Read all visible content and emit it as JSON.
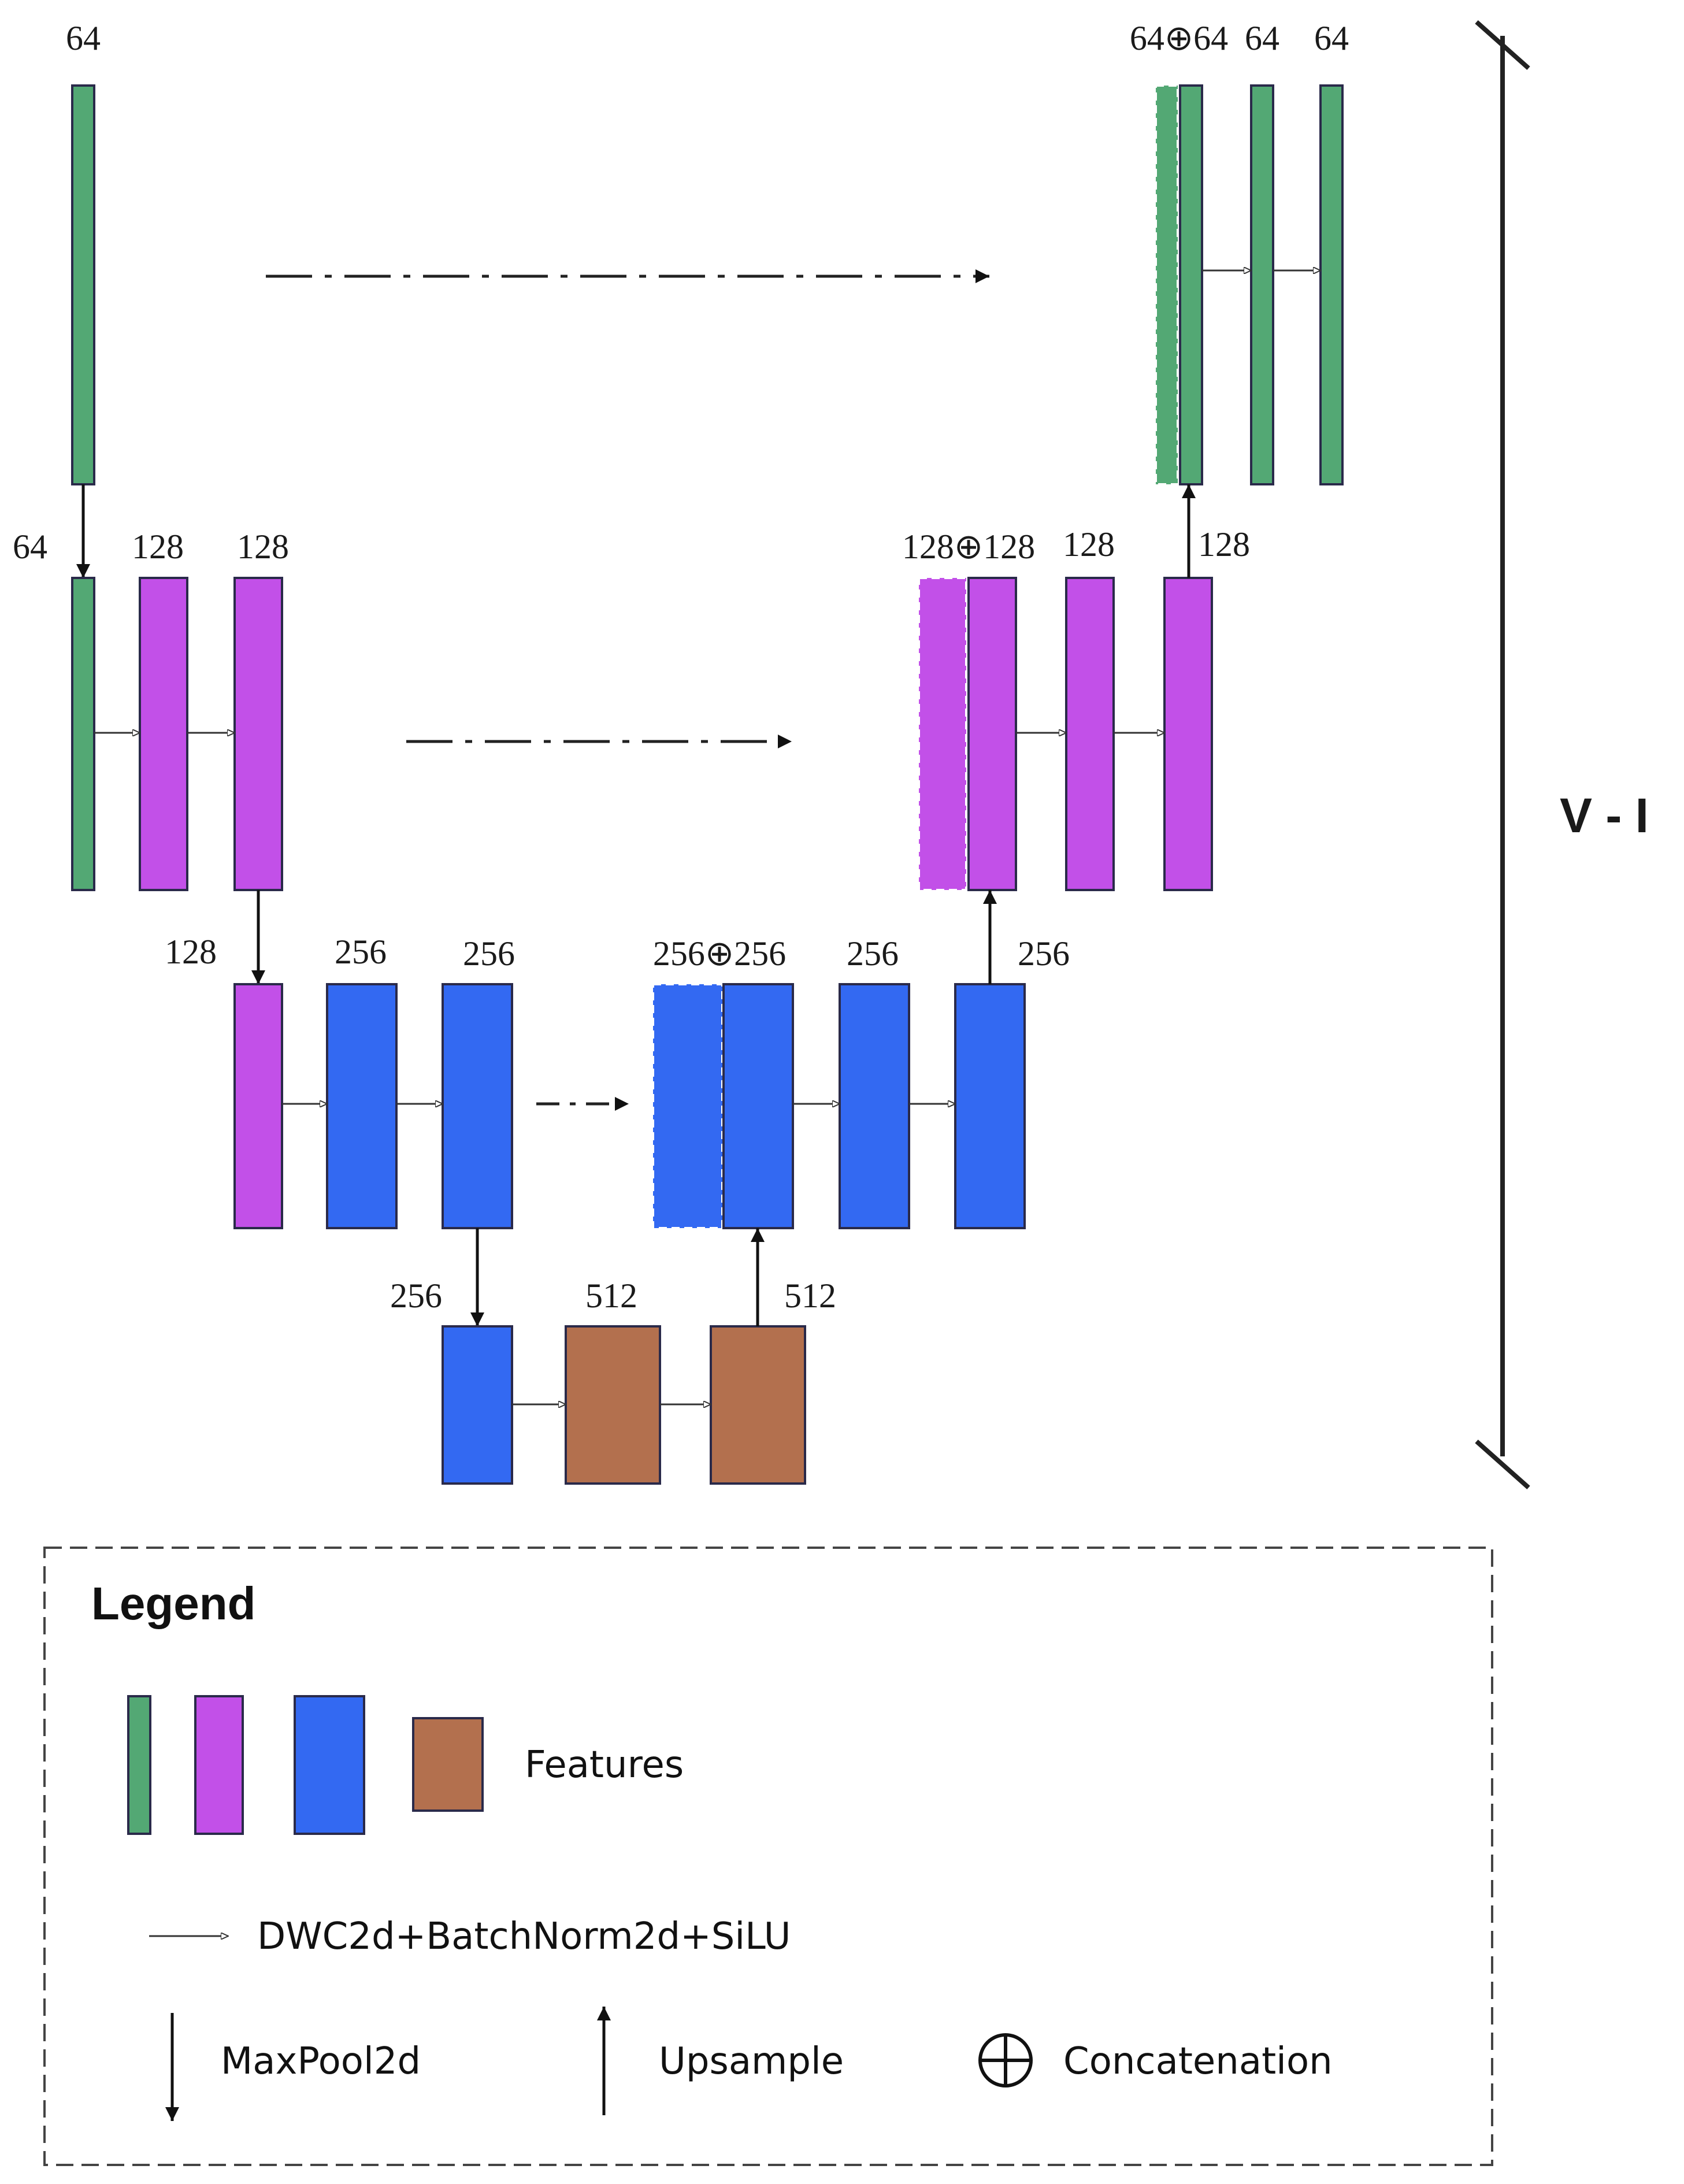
{
  "colors": {
    "green": "#53a874",
    "purple": "#c250e8",
    "blue": "#3369f2",
    "brown": "#b3704e",
    "outline": "#2a2a4a"
  },
  "labels": {
    "l1_enc_in": "64",
    "l1_dec_concat": "64⊕64",
    "l1_dec_a": "64",
    "l1_dec_b": "64",
    "l2_enc_in": "64",
    "l2_enc_a": "128",
    "l2_enc_b": "128",
    "l2_dec_concat": "128⊕128",
    "l2_dec_a": "128",
    "l2_dec_up": "128",
    "l3_enc_in": "128",
    "l3_enc_a": "256",
    "l3_enc_b": "256",
    "l3_dec_concat": "256⊕256",
    "l3_dec_a": "256",
    "l3_dec_up": "256",
    "l4_in": "256",
    "l4_a": "512",
    "l4_up": "512"
  },
  "side_label": "V - I",
  "legend": {
    "title": "Legend",
    "features": "Features",
    "conv": "DWC2d+BatchNorm2d+SiLU",
    "pool": "MaxPool2d",
    "upsample": "Upsample",
    "concat": "Concatenation"
  }
}
